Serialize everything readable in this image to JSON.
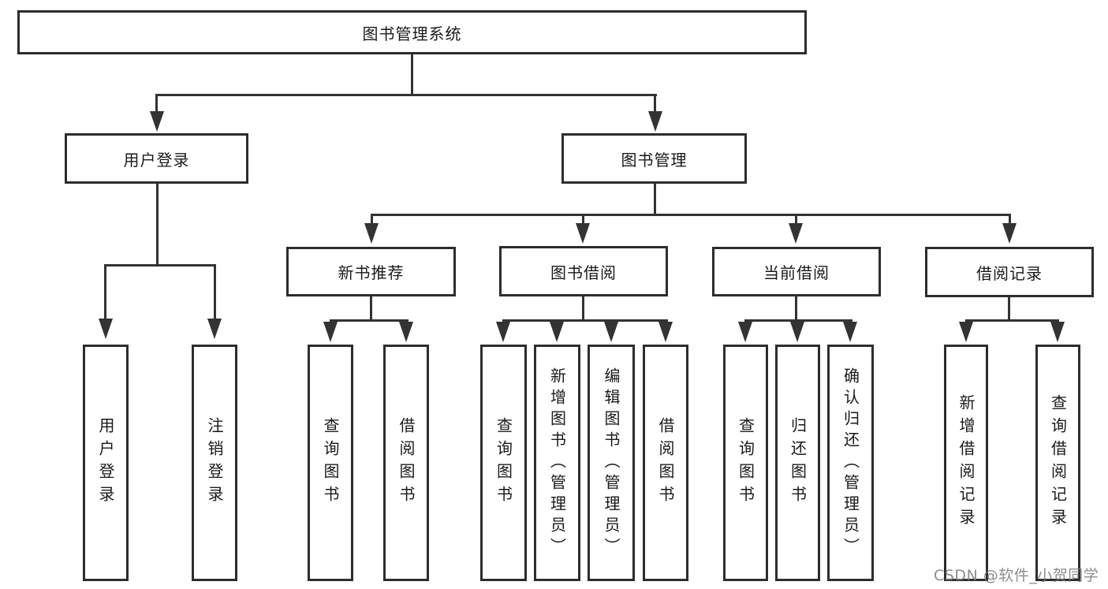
{
  "diagram": {
    "root": {
      "label": "图书管理系统"
    },
    "level2": [
      {
        "label": "用户登录"
      },
      {
        "label": "图书管理"
      }
    ],
    "level3": [
      {
        "label": "新书推荐"
      },
      {
        "label": "图书借阅"
      },
      {
        "label": "当前借阅"
      },
      {
        "label": "借阅记录"
      }
    ],
    "leaves": {
      "user_login": [
        "用户登录",
        "注销登录"
      ],
      "new_book": [
        "查询图书",
        "借阅图书"
      ],
      "book_borrow": [
        "查询图书",
        "新增图书（管理员）",
        "编辑图书（管理员）",
        "借阅图书"
      ],
      "current_borrow": [
        "查询图书",
        "归还图书",
        "确认归还（管理员）"
      ],
      "borrow_record": [
        "新增借阅记录",
        "查询借阅记录"
      ]
    }
  },
  "watermark": {
    "text": "CSDN @软件_小贺同学",
    "color": "#7d7d7d"
  },
  "colors": {
    "background": "#ffffff",
    "box_border": "#2d2d2d",
    "line": "#333333",
    "text": "#1a1a1a"
  }
}
